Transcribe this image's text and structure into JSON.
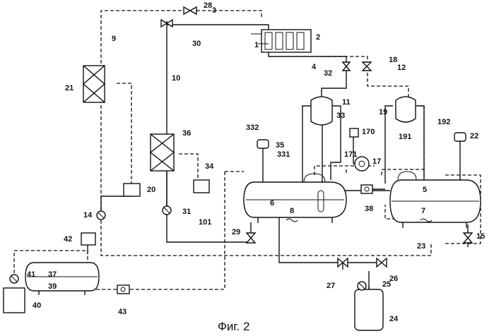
{
  "caption": "Фиг. 2",
  "labels": [
    "1",
    "2",
    "3",
    "4",
    "5",
    "6",
    "7",
    "8",
    "9",
    "10",
    "11",
    "12",
    "14",
    "15",
    "17",
    "18",
    "19",
    "20",
    "21",
    "22",
    "23",
    "24",
    "25",
    "26",
    "27",
    "28",
    "29",
    "30",
    "31",
    "32",
    "33",
    "34",
    "35",
    "36",
    "37",
    "38",
    "39",
    "40",
    "41",
    "42",
    "43",
    "101",
    "170",
    "171",
    "191",
    "192",
    "331",
    "332"
  ]
}
